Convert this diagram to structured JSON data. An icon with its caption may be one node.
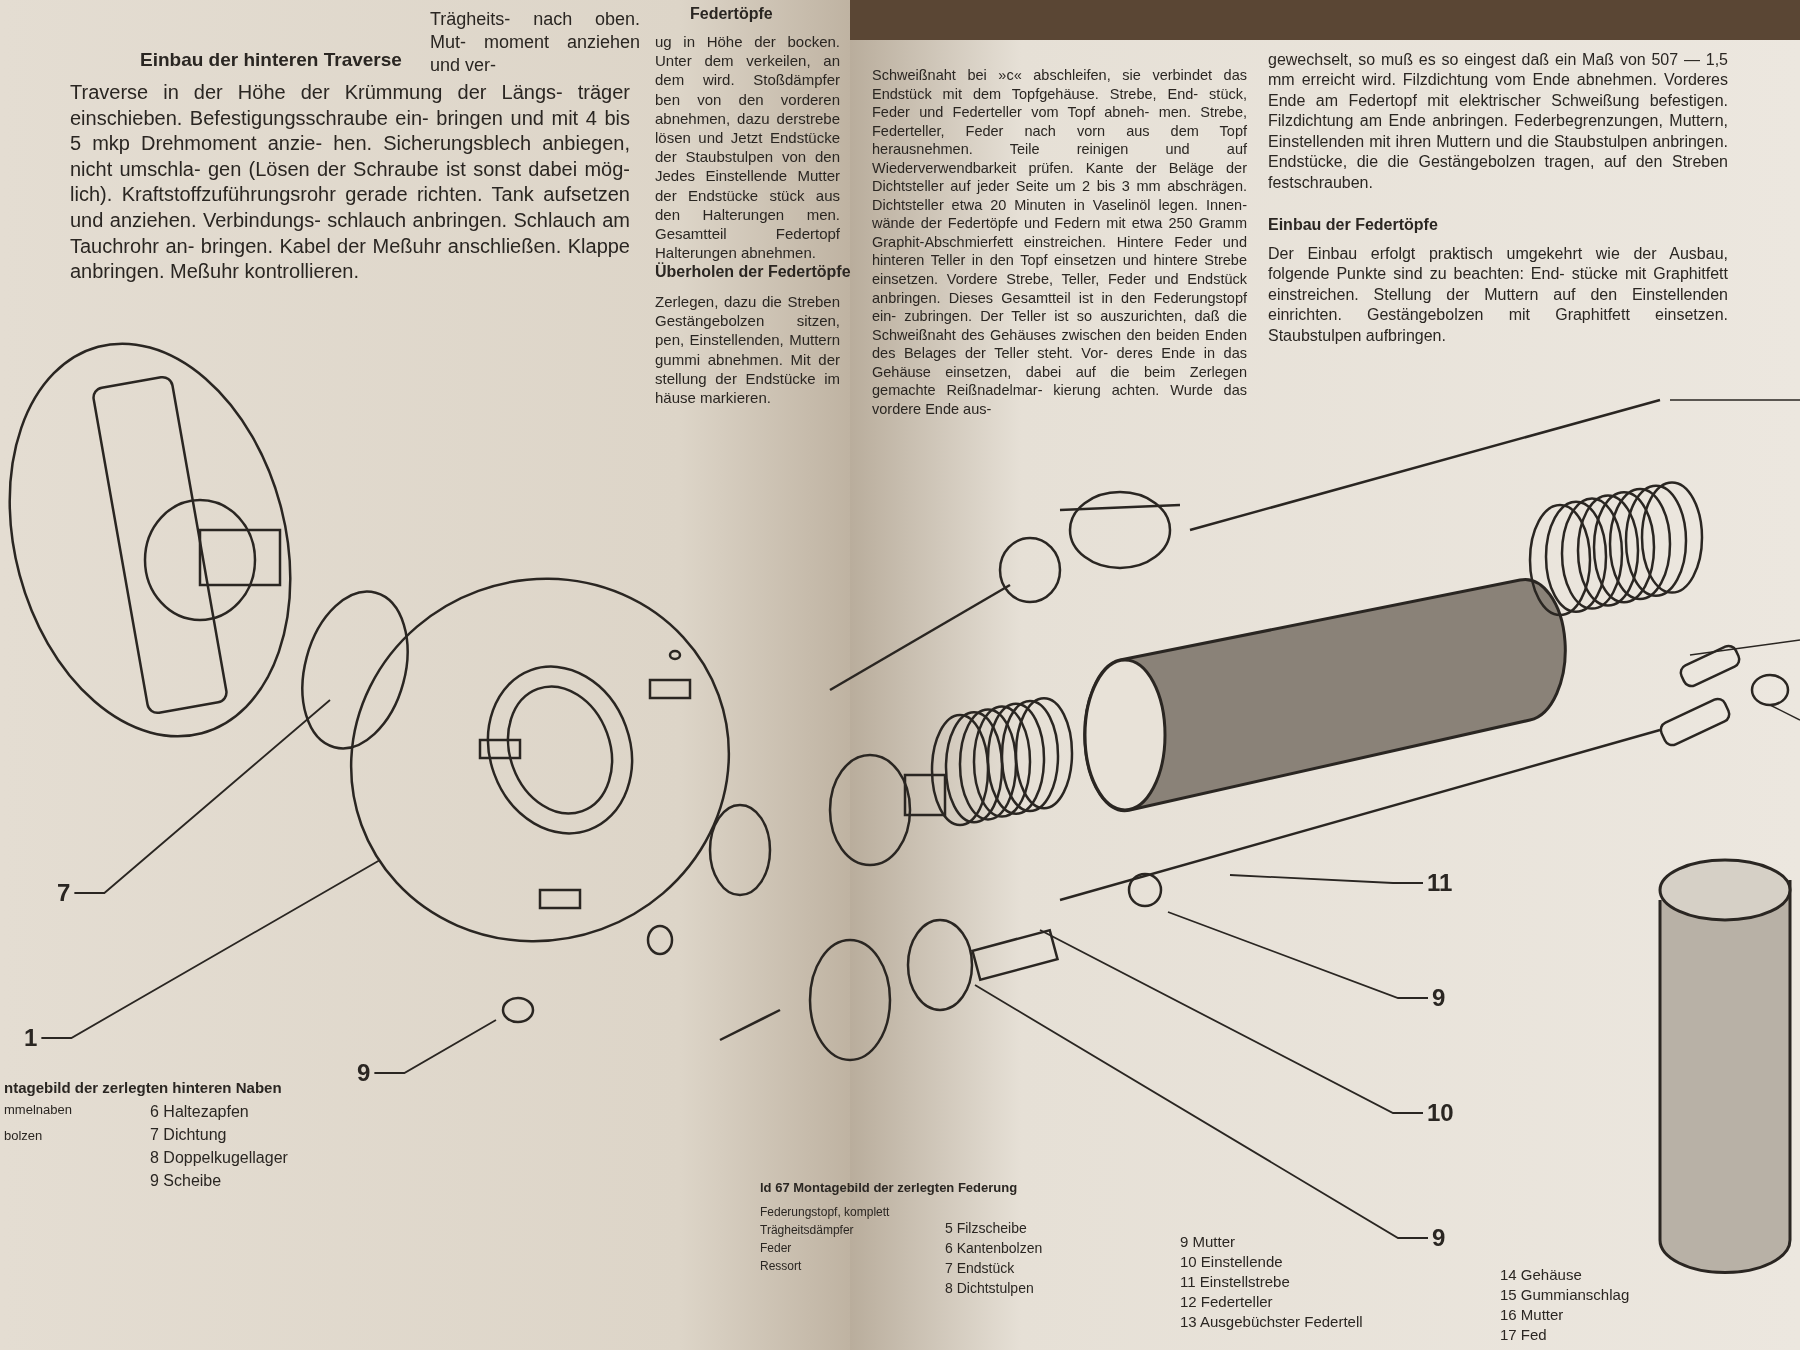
{
  "diagram": {
    "nodes": [
      {
        "text": [
          "7"
        ]
      },
      {
        "text": [
          "1"
        ]
      },
      {
        "text": [
          "9"
        ]
      },
      {
        "text": [
          "11"
        ]
      },
      {
        "text": [
          "9"
        ]
      },
      {
        "text": [
          "10"
        ]
      },
      {
        "text": [
          "9"
        ]
      }
    ],
    "edges": [
      {
        "from": 0,
        "to": null,
        "arrow": "none"
      },
      {
        "from": 1,
        "to": null,
        "arrow": "none"
      },
      {
        "from": 2,
        "to": null,
        "arrow": "none"
      },
      {
        "from": 3,
        "to": null,
        "arrow": "none"
      },
      {
        "from": 4,
        "to": null,
        "arrow": "none"
      },
      {
        "from": 5,
        "to": null,
        "arrow": "none"
      },
      {
        "from": 6,
        "to": null,
        "arrow": "none"
      }
    ],
    "labels": [
      "Trägheits- nach oben. Mut- moment anziehen und ver-",
      "Einbau der hinteren Traverse",
      "Traverse in der Höhe der Krümmung der Längs- träger einschieben. Befestigungsschraube ein- bringen und mit 4 bis 5 mkp Drehmoment anzie- hen. Sicherungsblech anbiegen, nicht umschla- gen (Lösen der Schraube ist sonst dabei mög- lich). Kraftstoffzuführungsrohr gerade richten. Tank aufsetzen und anziehen. Verbindungs- schlauch anbringen. Schlauch am Tauchrohr an- bringen. Kabel der Meßuhr anschließen. Klappe anbringen. Meßuhr kontrollieren.",
      "Federtöpfe",
      "ug in Höhe der bocken. Unter dem verkeilen, an dem wird. Stoßdämpfer ben von den vorderen abnehmen, dazu derstrebe lösen und Jetzt Endstücke der Staubstulpen von den Jedes Einstellende Mutter der Endstücke stück aus den Halterungen men. Gesamtteil Federtopf Halterungen abnehmen.",
      "Überholen der Federtöpfe",
      "Zerlegen, dazu die Streben Gestängebolzen sitzen, pen, Einstellenden, Muttern gummi abnehmen. Mit der stellung der Endstücke im häuse markieren.",
      "Schweißnaht bei »c« abschleifen, sie verbindet das Endstück mit dem Topfgehäuse. Strebe, End- stück, Feder und Federteller vom Topf abneh- men. Strebe, Federteller, Feder nach vorn aus dem Topf herausnehmen. Teile reinigen und auf Wiederverwendbarkeit prüfen. Kante der Beläge der Dichtsteller auf jeder Seite um 2 bis 3 mm abschrägen. Dichtsteller etwa 20 Minuten in Vaselinöl legen. Innen- wände der Federtöpfe und Federn mit etwa 250 Gramm Graphit-Abschmierfett einstreichen. Hintere Feder und hinteren Teller in den Topf einsetzen und hintere Strebe einsetzen. Vordere Strebe, Teller, Feder und Endstück anbringen. Dieses Gesamtteil ist in den Federungstopf ein- zubringen. Der Teller ist so auszurichten, daß die Schweißnaht des Gehäuses zwischen den beiden Enden des Belages der Teller steht. Vor- deres Ende in das Gehäuse einsetzen, dabei auf die beim Zerlegen gemachte Reißnadelmar- kierung achten. Wurde das vordere Ende aus-",
      "gewechselt, so muß es so eingest daß ein Maß von 507 — 1,5 mm erreicht wird. Filzdichtung vom Ende abnehmen. Vorderes Ende am Federtopf mit elektrischer Schweißung befestigen. Filzdichtung am Ende anbringen. Federbegrenzungen, Muttern, Einstellenden mit ihren Muttern und die Staubstulpen anbringen. Endstücke, die die Gestängebolzen tragen, auf den Streben festschrauben.",
      "Einbau der Federtöpfe",
      "Der Einbau erfolgt praktisch umgekehrt wie der Ausbau, folgende Punkte sind zu beachten: End- stücke mit Graphitfett einstreichen. Stellung der Muttern auf den Einstellenden einrichten. Gestängebolzen mit Graphitfett einsetzen. Staubstulpen aufbringen.",
      "ntagebild der zerlegten hinteren Naben",
      "mmelnaben",
      "bolzen",
      "6 Haltezapfen",
      "7 Dichtung",
      "8 Doppelkugellager",
      "9 Scheibe",
      "ld 67 Montagebild der zerlegten Federung",
      "Federungstopf, komplett",
      "Trägheitsdämpfer",
      "Feder",
      "Ressort",
      "5 Filzscheibe",
      "6 Kantenbolzen",
      "7 Endstück",
      "8 Dichtstulpen",
      "9 Mutter",
      "10 Einstellende",
      "11 Einstellstrebe",
      "12 Federteller",
      "13 Ausgebüchster Federtell",
      "14 Gehäuse",
      "15 Gummianschlag",
      "16 Mutter",
      "17 Fed"
    ]
  }
}
